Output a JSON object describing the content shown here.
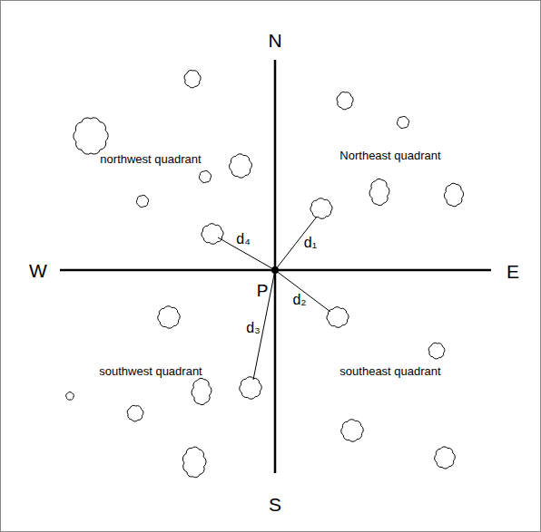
{
  "diagram": {
    "labels": [
      "N",
      "S",
      "W",
      "E",
      "northwest quadrant",
      "Northeast quadrant",
      "southwest quadrant",
      "southeast quadrant",
      "P",
      "d₁",
      "d₂",
      "d₃",
      "d₄"
    ]
  }
}
